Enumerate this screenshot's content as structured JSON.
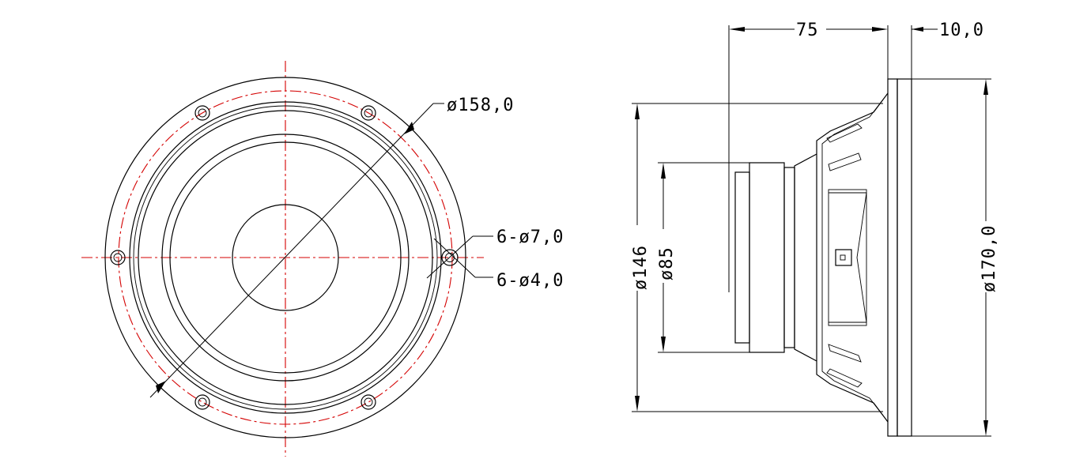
{
  "front_view": {
    "dimensions": {
      "bolt_circle": "ø158,0",
      "slot_width": "6-ø7,0",
      "hole_diameter": "6-ø4,0"
    }
  },
  "side_view": {
    "dimensions": {
      "depth": "75",
      "flange_thickness": "10,0",
      "basket_diameter": "ø146",
      "magnet_diameter": "ø85",
      "outer_diameter": "ø170,0"
    }
  },
  "colors": {
    "line": "#000000",
    "centerline": "#d40000",
    "background": "#ffffff"
  }
}
